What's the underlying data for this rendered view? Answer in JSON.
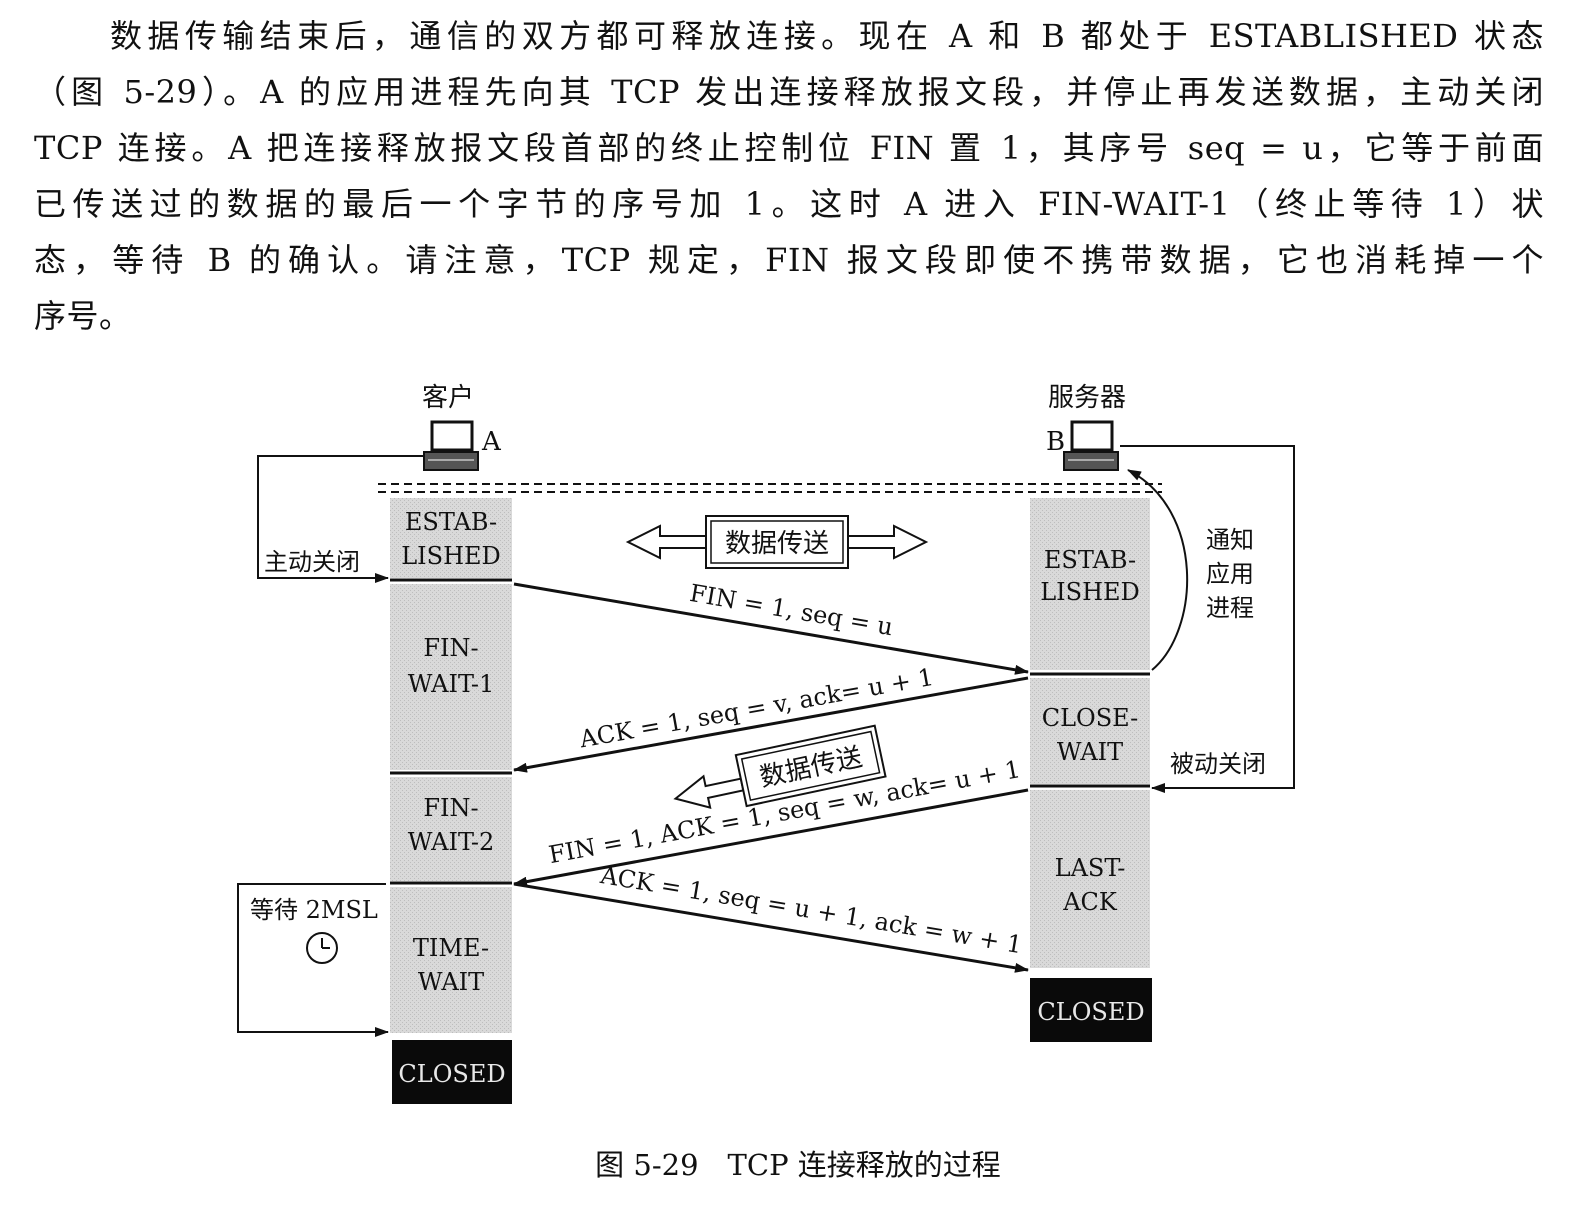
{
  "paragraph": {
    "lines": [
      "数据传输结束后，通信的双方都可释放连接。现在 A 和 B 都处于 ESTABLISHED 状态",
      "（图 5-29）。A 的应用进程先向其 TCP 发出连接释放报文段，并停止再发送数据，主动关闭",
      "TCP 连接。A 把连接释放报文段首部的终止控制位 FIN 置 1，其序号 seq = u，它等于前面",
      "已传送过的数据的最后一个字节的序号加 1。这时 A 进入 FIN-WAIT-1（终止等待 1）状",
      "态，等待 B 的确认。请注意，TCP 规定，FIN 报文段即使不携带数据，它也消耗掉一个",
      "序号。"
    ]
  },
  "diagram": {
    "client_label": "客户",
    "server_label": "服务器",
    "client_letter": "A",
    "server_letter": "B",
    "client_states": [
      {
        "lines": [
          "ESTAB-",
          "LISHED"
        ]
      },
      {
        "lines": [
          "FIN-",
          "WAIT-1"
        ]
      },
      {
        "lines": [
          "FIN-",
          "WAIT-2"
        ]
      },
      {
        "lines": [
          "TIME-",
          "WAIT"
        ]
      }
    ],
    "client_closed": "CLOSED",
    "server_states": [
      {
        "lines": [
          "ESTAB-",
          "LISHED"
        ]
      },
      {
        "lines": [
          "CLOSE-",
          "WAIT"
        ]
      },
      {
        "lines": [
          "LAST-",
          "ACK"
        ]
      }
    ],
    "server_closed": "CLOSED",
    "active_close": "主动关闭",
    "passive_close": "被动关闭",
    "notify_app": [
      "通知",
      "应用",
      "进程"
    ],
    "wait_2msl": "等待 2MSL",
    "data_transfer_1": "数据传送",
    "data_transfer_2": "数据传送",
    "messages": {
      "fin1": "FIN = 1, seq = u",
      "ack1": "ACK = 1, seq = v, ack= u + 1",
      "fin2": "FIN = 1, ACK = 1, seq = w, ack= u + 1",
      "ack2": "ACK = 1, seq = u + 1, ack = w + 1"
    }
  },
  "caption": "图 5-29　TCP 连接释放的过程"
}
